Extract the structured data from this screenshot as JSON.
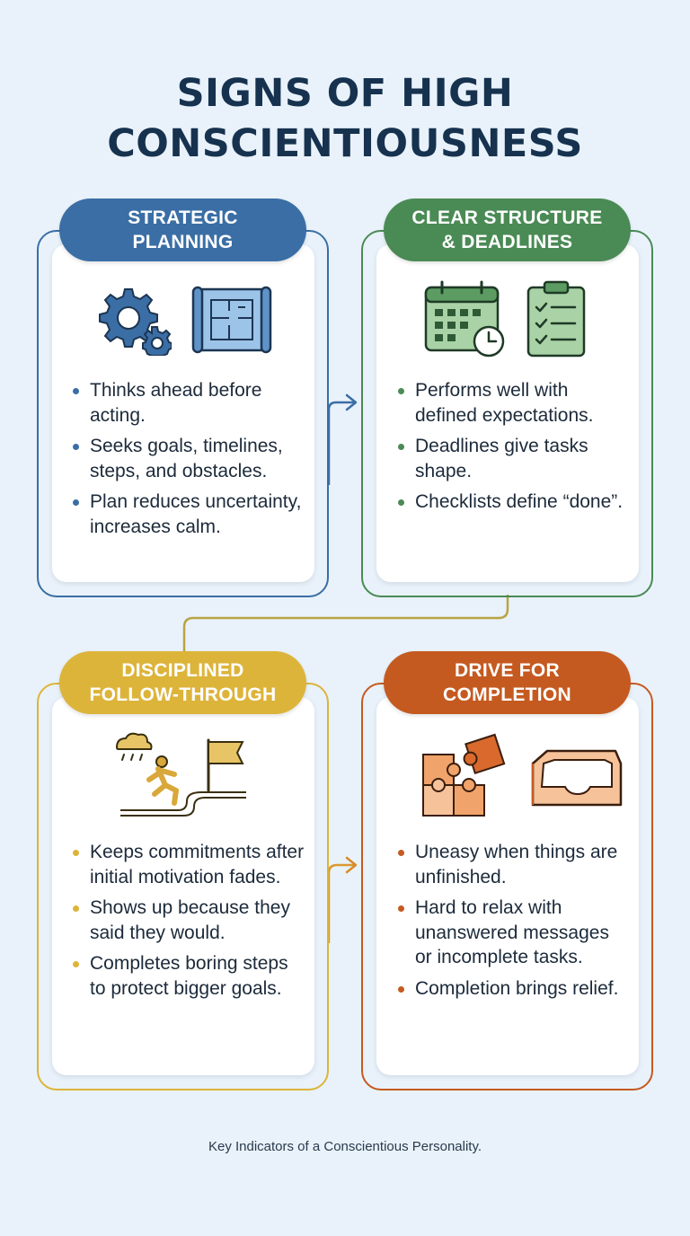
{
  "title": {
    "line1": "SIGNS OF HIGH",
    "line2": "CONSCIENTIOUSNESS"
  },
  "colors": {
    "background": "#e9f2fa",
    "title": "#16324f",
    "planning": "#3a6ea5",
    "structure": "#4a8a55",
    "discipline": "#ddb43a",
    "completion": "#c55a20"
  },
  "cards": [
    {
      "heading_line1": "STRATEGIC",
      "heading_line2": "PLANNING",
      "icons": [
        "gears-icon",
        "blueprint-icon"
      ],
      "bullets": [
        "Thinks ahead before acting.",
        "Seeks goals, timelines, steps, and obstacles.",
        "Plan reduces uncertainty, increases calm."
      ]
    },
    {
      "heading_line1": "CLEAR STRUCTURE",
      "heading_line2": "& DEADLINES",
      "icons": [
        "calendar-clock-icon",
        "checklist-icon"
      ],
      "bullets": [
        "Performs well with defined expectations.",
        "Deadlines give tasks shape.",
        "Checklists define “done”."
      ]
    },
    {
      "heading_line1": "DISCIPLINED",
      "heading_line2": "FOLLOW-THROUGH",
      "icons": [
        "runner-in-rain-to-flag-icon"
      ],
      "bullets": [
        "Keeps commitments after initial motivation fades.",
        "Shows up because they said they would.",
        "Completes boring steps to protect bigger goals."
      ]
    },
    {
      "heading_line1": "DRIVE FOR",
      "heading_line2": "COMPLETION",
      "icons": [
        "puzzle-pieces-icon",
        "inbox-tray-icon"
      ],
      "bullets": [
        "Uneasy when things are unfinished.",
        "Hard to relax with unanswered messages or incomplete tasks.",
        "Completion brings relief."
      ]
    }
  ],
  "caption": "Key Indicators of a Conscientious Personality."
}
